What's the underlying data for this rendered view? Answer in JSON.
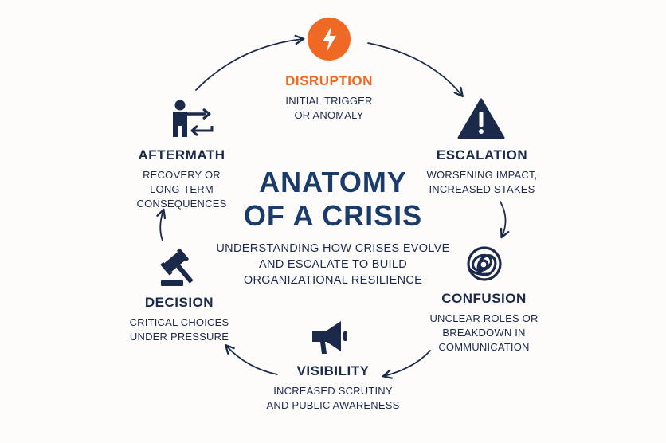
{
  "center": {
    "title": "ANATOMY\nOF A CRISIS",
    "subtitle": "UNDERSTANDING HOW CRISES EVOLVE\nAND ESCALATE TO BUILD\nORGANIZATIONAL RESILIENCE"
  },
  "stages": [
    {
      "title": "DISRUPTION",
      "desc": "INITIAL TRIGGER\nOR ANOMALY",
      "icon": "lightning-icon"
    },
    {
      "title": "ESCALATION",
      "desc": "WORSENING IMPACT,\nINCREASED STAKES",
      "icon": "warning-icon"
    },
    {
      "title": "CONFUSION",
      "desc": "UNCLEAR ROLES OR\nBREAKDOWN IN\nCOMMUNICATION",
      "icon": "tangle-icon"
    },
    {
      "title": "VISIBILITY",
      "desc": "INCREASED SCRUTINY\nAND PUBLIC AWARENESS",
      "icon": "megaphone-icon"
    },
    {
      "title": "DECISION",
      "desc": "CRITICAL CHOICES\nUNDER PRESSURE",
      "icon": "gavel-icon"
    },
    {
      "title": "AFTERMATH",
      "desc": "RECOVERY OR\nLONG-TERM\nCONSEQUENCES",
      "icon": "person-arrows-icon"
    }
  ],
  "colors": {
    "navy": "#1b2a4a",
    "accent": "#ee6a24",
    "background": "#fdfcfb"
  }
}
